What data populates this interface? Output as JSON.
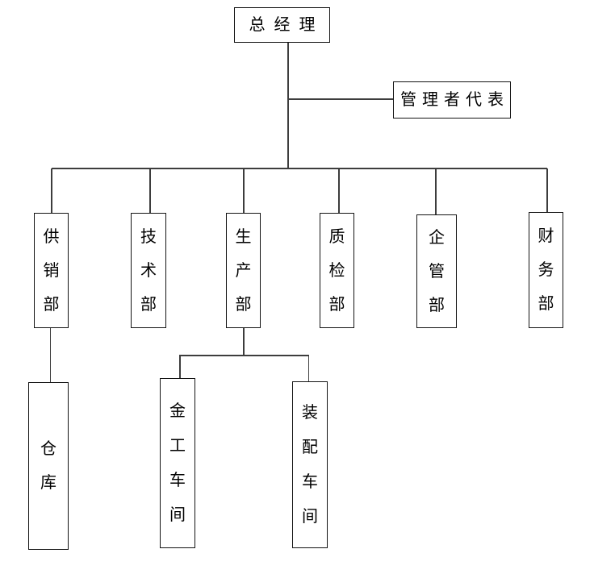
{
  "diagram_type": "organization-chart",
  "colors": {
    "background": "#ffffff",
    "line": "#3d3d3d",
    "box_border": "#141414",
    "text": "#000000"
  },
  "nodes": {
    "ceo": {
      "label": "总经理"
    },
    "rep": {
      "label": "管理者代表"
    },
    "departments": [
      {
        "label": "供销部"
      },
      {
        "label": "技术部"
      },
      {
        "label": "生产部"
      },
      {
        "label": "质检部"
      },
      {
        "label": "企管部"
      },
      {
        "label": "财务部"
      }
    ],
    "warehouse": {
      "label": "仓库"
    },
    "workshops": [
      {
        "label": "金工车间"
      },
      {
        "label": "装配车间"
      }
    ]
  },
  "edges": [
    {
      "from": "总经理",
      "to": "管理者代表",
      "type": "staff-side"
    },
    {
      "from": "总经理",
      "to": "供销部",
      "type": "reports"
    },
    {
      "from": "总经理",
      "to": "技术部",
      "type": "reports"
    },
    {
      "from": "总经理",
      "to": "生产部",
      "type": "reports"
    },
    {
      "from": "总经理",
      "to": "质检部",
      "type": "reports"
    },
    {
      "from": "总经理",
      "to": "企管部",
      "type": "reports"
    },
    {
      "from": "总经理",
      "to": "财务部",
      "type": "reports"
    },
    {
      "from": "供销部",
      "to": "仓库",
      "type": "reports"
    },
    {
      "from": "生产部",
      "to": "金工车间",
      "type": "reports"
    },
    {
      "from": "生产部",
      "to": "装配车间",
      "type": "reports"
    }
  ]
}
